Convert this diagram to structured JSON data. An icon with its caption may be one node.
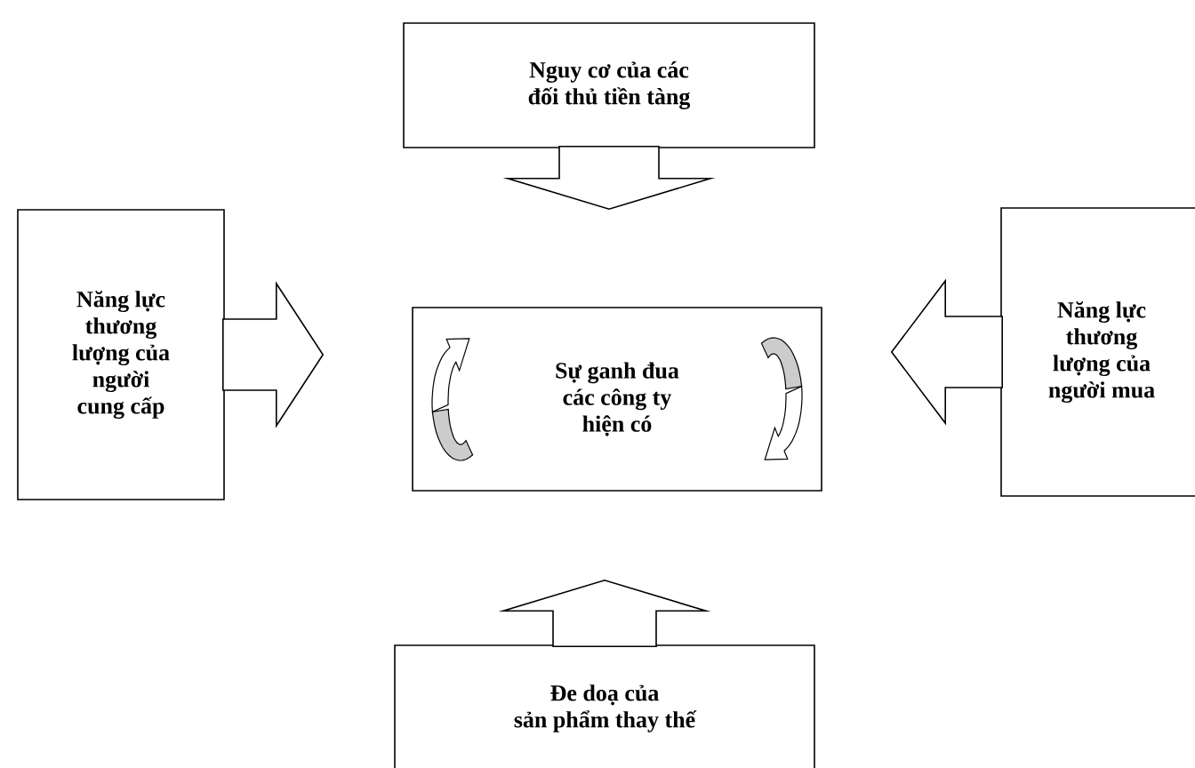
{
  "diagram": {
    "nodes": [
      {
        "text": [
          "Sự ganh đua các công ty hiện có"
        ]
      },
      {
        "text": [
          "Nguy cơ của các đối thủ tiền tàng"
        ]
      },
      {
        "text": [
          "Năng lực thương lượng của người cung cấp"
        ]
      },
      {
        "text": [
          "Năng lực thương lượng của người mua"
        ]
      },
      {
        "text": [
          "Đe doạ của sản phẩm thay thế"
        ]
      }
    ],
    "edges": [
      {
        "from": 1,
        "to": 0,
        "arrow": "to"
      },
      {
        "from": 2,
        "to": 0,
        "arrow": "to"
      },
      {
        "from": 3,
        "to": 0,
        "arrow": "to"
      },
      {
        "from": 4,
        "to": 0,
        "arrow": "to"
      }
    ]
  }
}
